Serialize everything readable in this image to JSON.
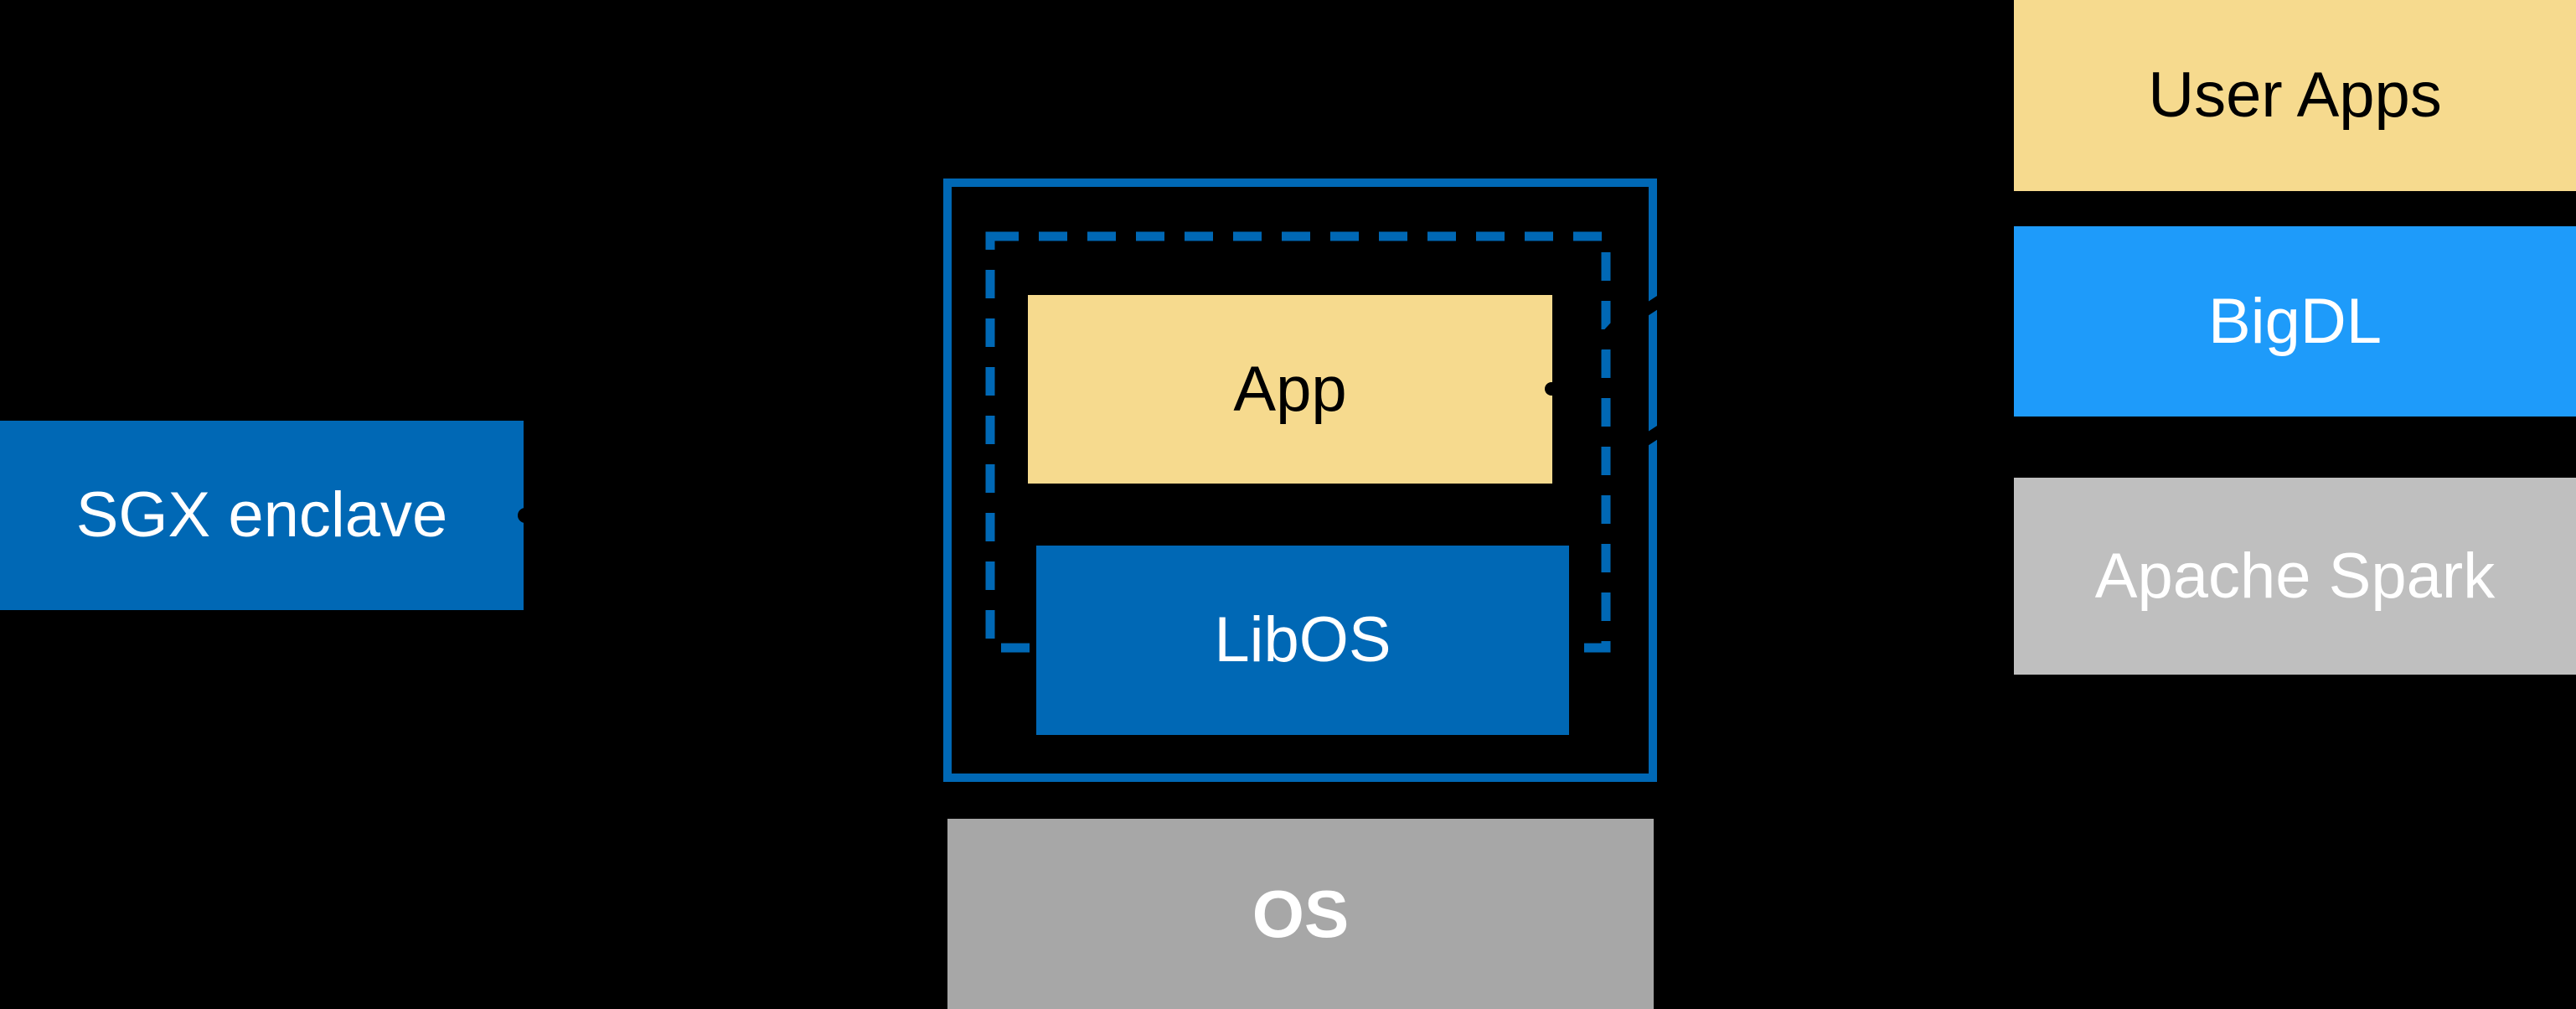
{
  "colors": {
    "background": "#000000",
    "intel_blue": "#0068B5",
    "bigdl_blue": "#1E9BFA",
    "accent_yellow": "#F6DA8E",
    "gray_os": "#A7A7A7",
    "gray_spark": "#BFBFBF",
    "connector_black": "#000000",
    "text_light": "#FFFFFF",
    "text_dark": "#000000"
  },
  "diagram": {
    "left_column": {
      "sgx_enclave_label": "SGX enclave"
    },
    "center_stack": {
      "app_label": "App",
      "libos_label": "LibOS",
      "os_label": "OS"
    },
    "right_stack": {
      "user_apps_label": "User Apps",
      "bigdl_label": "BigDL",
      "apache_spark_label": "Apache Spark"
    }
  }
}
